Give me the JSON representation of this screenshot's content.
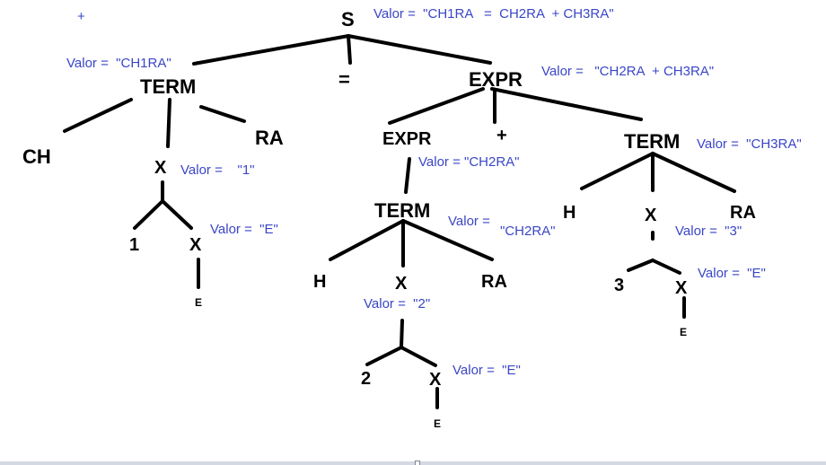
{
  "colors": {
    "ink": "#000000",
    "annotation": "#3a46c7"
  },
  "corner_mark": "+",
  "nodes": {
    "s": "S",
    "equals": "=",
    "term_left": "TERM",
    "expr_top": "EXPR",
    "ch": "CH",
    "ra_left": "RA",
    "x_left": "X",
    "one": "1",
    "x_left_child": "X",
    "e_left": "E",
    "expr_inner": "EXPR",
    "plus": "+",
    "term_right": "TERM",
    "term_mid": "TERM",
    "h_mid": "H",
    "x_mid": "X",
    "ra_mid": "RA",
    "two": "2",
    "x_mid_child": "X",
    "e_mid": "E",
    "h_right": "H",
    "x_right": "X",
    "ra_right": "RA",
    "three": "3",
    "x_right_child": "X",
    "e_right": "E"
  },
  "annotations": {
    "s": "Valor =  \"CH1RA   =  CH2RA  + CH3RA\"",
    "term_left": "Valor =  \"CH1RA\"",
    "expr_top": "Valor =   \"CH2RA  + CH3RA\"",
    "x_left": "Valor =    \"1\"",
    "x_left_child": "Valor =  \"E\"",
    "expr_inner": "Valor = \"CH2RA\"",
    "term_mid_a": "Valor =",
    "term_mid_b": "\"CH2RA\"",
    "term_right": "Valor =  \"CH3RA\"",
    "x_mid": "Valor =  \"2\"",
    "x_mid_child": "Valor =  \"E\"",
    "x_right": "Valor =  \"3\"",
    "x_right_child": "Valor =  \"E\""
  }
}
